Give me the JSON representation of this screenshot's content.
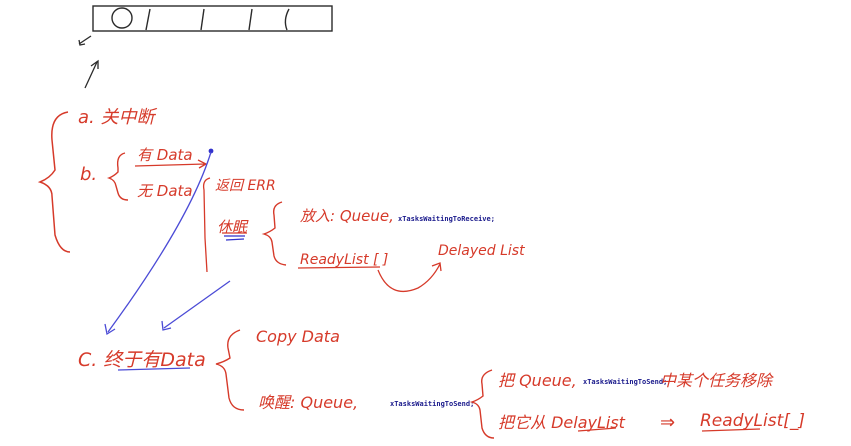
{
  "colors": {
    "ink": "#2b2b2b",
    "red": "#d63a2a",
    "blue": "#4b4bd6",
    "code": "#1a1a8c"
  },
  "labels": {
    "a": "a. 关中断",
    "b": "b.",
    "has_data": "有 Data",
    "no_data": "无 Data",
    "return_err": "返回 ERR",
    "sleep": "休眠",
    "put_in_queue": "放入: Queue,",
    "waiting_receive": "xTasksWaitingToReceive;",
    "ready_list": "ReadyList [ ]",
    "delayed_list": "Delayed List",
    "c": "C. 终于有Data",
    "copy_data": "Copy  Data",
    "wake": "唤醒: Queue,",
    "waiting_send": "xTasksWaitingToSend;",
    "take_from_queue": "把 Queue,",
    "waiting_send_2": "xTasksWaitingToSend;",
    "remove_task": "中某个任务移除",
    "move_from": "把它从 DelayList",
    "arrow_to": "⇒",
    "ready_list_2": "ReadyList[_]"
  }
}
